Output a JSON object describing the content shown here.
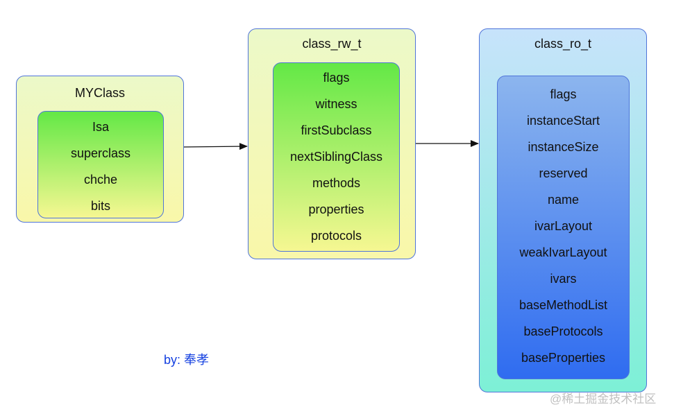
{
  "boxes": {
    "myclass": {
      "title": "MYClass",
      "fields": [
        "Isa",
        "superclass",
        "chche",
        "bits"
      ]
    },
    "class_rw_t": {
      "title": "class_rw_t",
      "fields": [
        "flags",
        "witness",
        "firstSubclass",
        "nextSiblingClass",
        "methods",
        "properties",
        "protocols"
      ]
    },
    "class_ro_t": {
      "title": "class_ro_t",
      "fields": [
        "flags",
        "instanceStart",
        "instanceSize",
        "reserved",
        "name",
        "ivarLayout",
        "weakIvarLayout",
        "ivars",
        "baseMethodList",
        "baseProtocols",
        "baseProperties"
      ]
    }
  },
  "byline": "by: 奉孝",
  "watermark": "@稀土掘金技术社区",
  "colors": {
    "border": "#4f74d9",
    "byline": "#1440e0",
    "arrow": "#111111"
  }
}
